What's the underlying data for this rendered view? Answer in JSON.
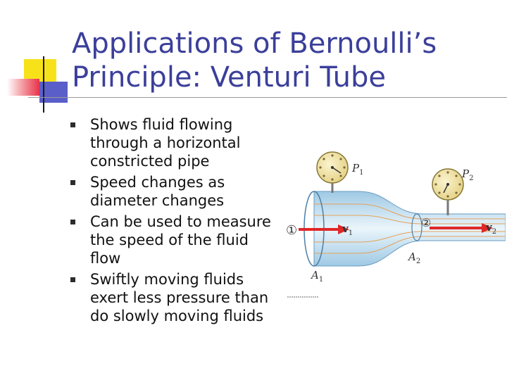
{
  "title_line1": "Applications of Bernoulli’s",
  "title_line2": "Principle: Venturi Tube",
  "bullets": [
    "Shows fluid flowing through a horizontal constricted pipe",
    "Speed changes as diameter changes",
    "Can be used to measure the speed of the fluid flow",
    "Swiftly moving fluids exert less pressure than do slowly moving fluids"
  ],
  "figure": {
    "point1": "①",
    "point2": "②",
    "p1": {
      "letter": "P",
      "sub": "1"
    },
    "p2": {
      "letter": "P",
      "sub": "2"
    },
    "a1": {
      "letter": "A",
      "sub": "1"
    },
    "a2": {
      "letter": "A",
      "sub": "2"
    },
    "v1": {
      "letter": "v",
      "sub": "1"
    },
    "v2": {
      "letter": "v",
      "sub": "2"
    }
  },
  "colors": {
    "title": "#3b3f9a",
    "fluid": "#cfe6f3",
    "arrow": "#e02828",
    "gauge": "#f3e6a8"
  }
}
